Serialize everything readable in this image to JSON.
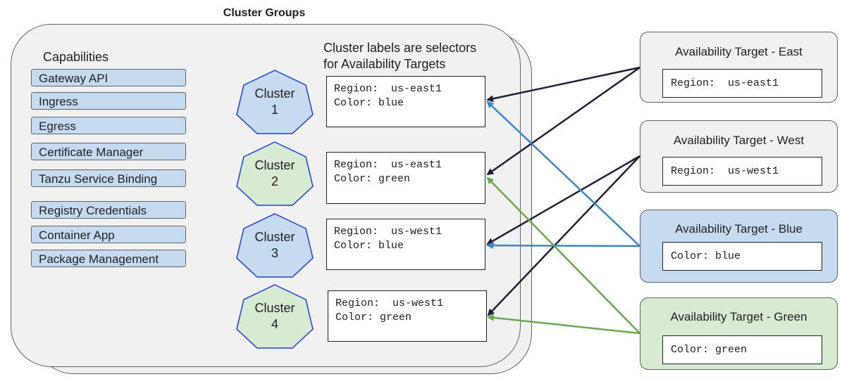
{
  "diagram": {
    "title": "Cluster Groups",
    "capabilities": {
      "title": "Capabilities",
      "items": [
        "Gateway API",
        "Ingress",
        "Egress",
        "Certificate Manager",
        "Tanzu Service Binding",
        "Registry Credentials",
        "Container App",
        "Package Management"
      ]
    },
    "selectors_title": "Cluster labels are selectors\nfor Availability Targets",
    "clusters": [
      {
        "line1": "Cluster",
        "line2": "1",
        "color": "#c6dbf0",
        "region": "Region:  us-east1",
        "label_color": "Color: blue"
      },
      {
        "line1": "Cluster",
        "line2": "2",
        "color": "#d9ead3",
        "region": "Region:  us-east1",
        "label_color": "Color: green"
      },
      {
        "line1": "Cluster",
        "line2": "3",
        "color": "#c6dbf0",
        "region": "Region:  us-west1",
        "label_color": "Color: blue"
      },
      {
        "line1": "Cluster",
        "line2": "4",
        "color": "#d9ead3",
        "region": "Region:  us-west1",
        "label_color": "Color: green"
      }
    ],
    "targets": [
      {
        "title": "Availability Target - East",
        "selector": "Region:  us-east1",
        "bg": "#f1f1f1"
      },
      {
        "title": "Availability Target - West",
        "selector": "Region:  us-west1",
        "bg": "#f1f1f1"
      },
      {
        "title": "Availability Target - Blue",
        "selector": "Color: blue",
        "bg": "#c6dbf0"
      },
      {
        "title": "Availability Target - Green",
        "selector": "Color: green",
        "bg": "#d9ead3"
      }
    ],
    "colors": {
      "arrow_dark": "#1f2038",
      "arrow_blue": "#3d85c6",
      "arrow_green": "#6aa84f",
      "hept_border": "#1a3fe0"
    }
  }
}
